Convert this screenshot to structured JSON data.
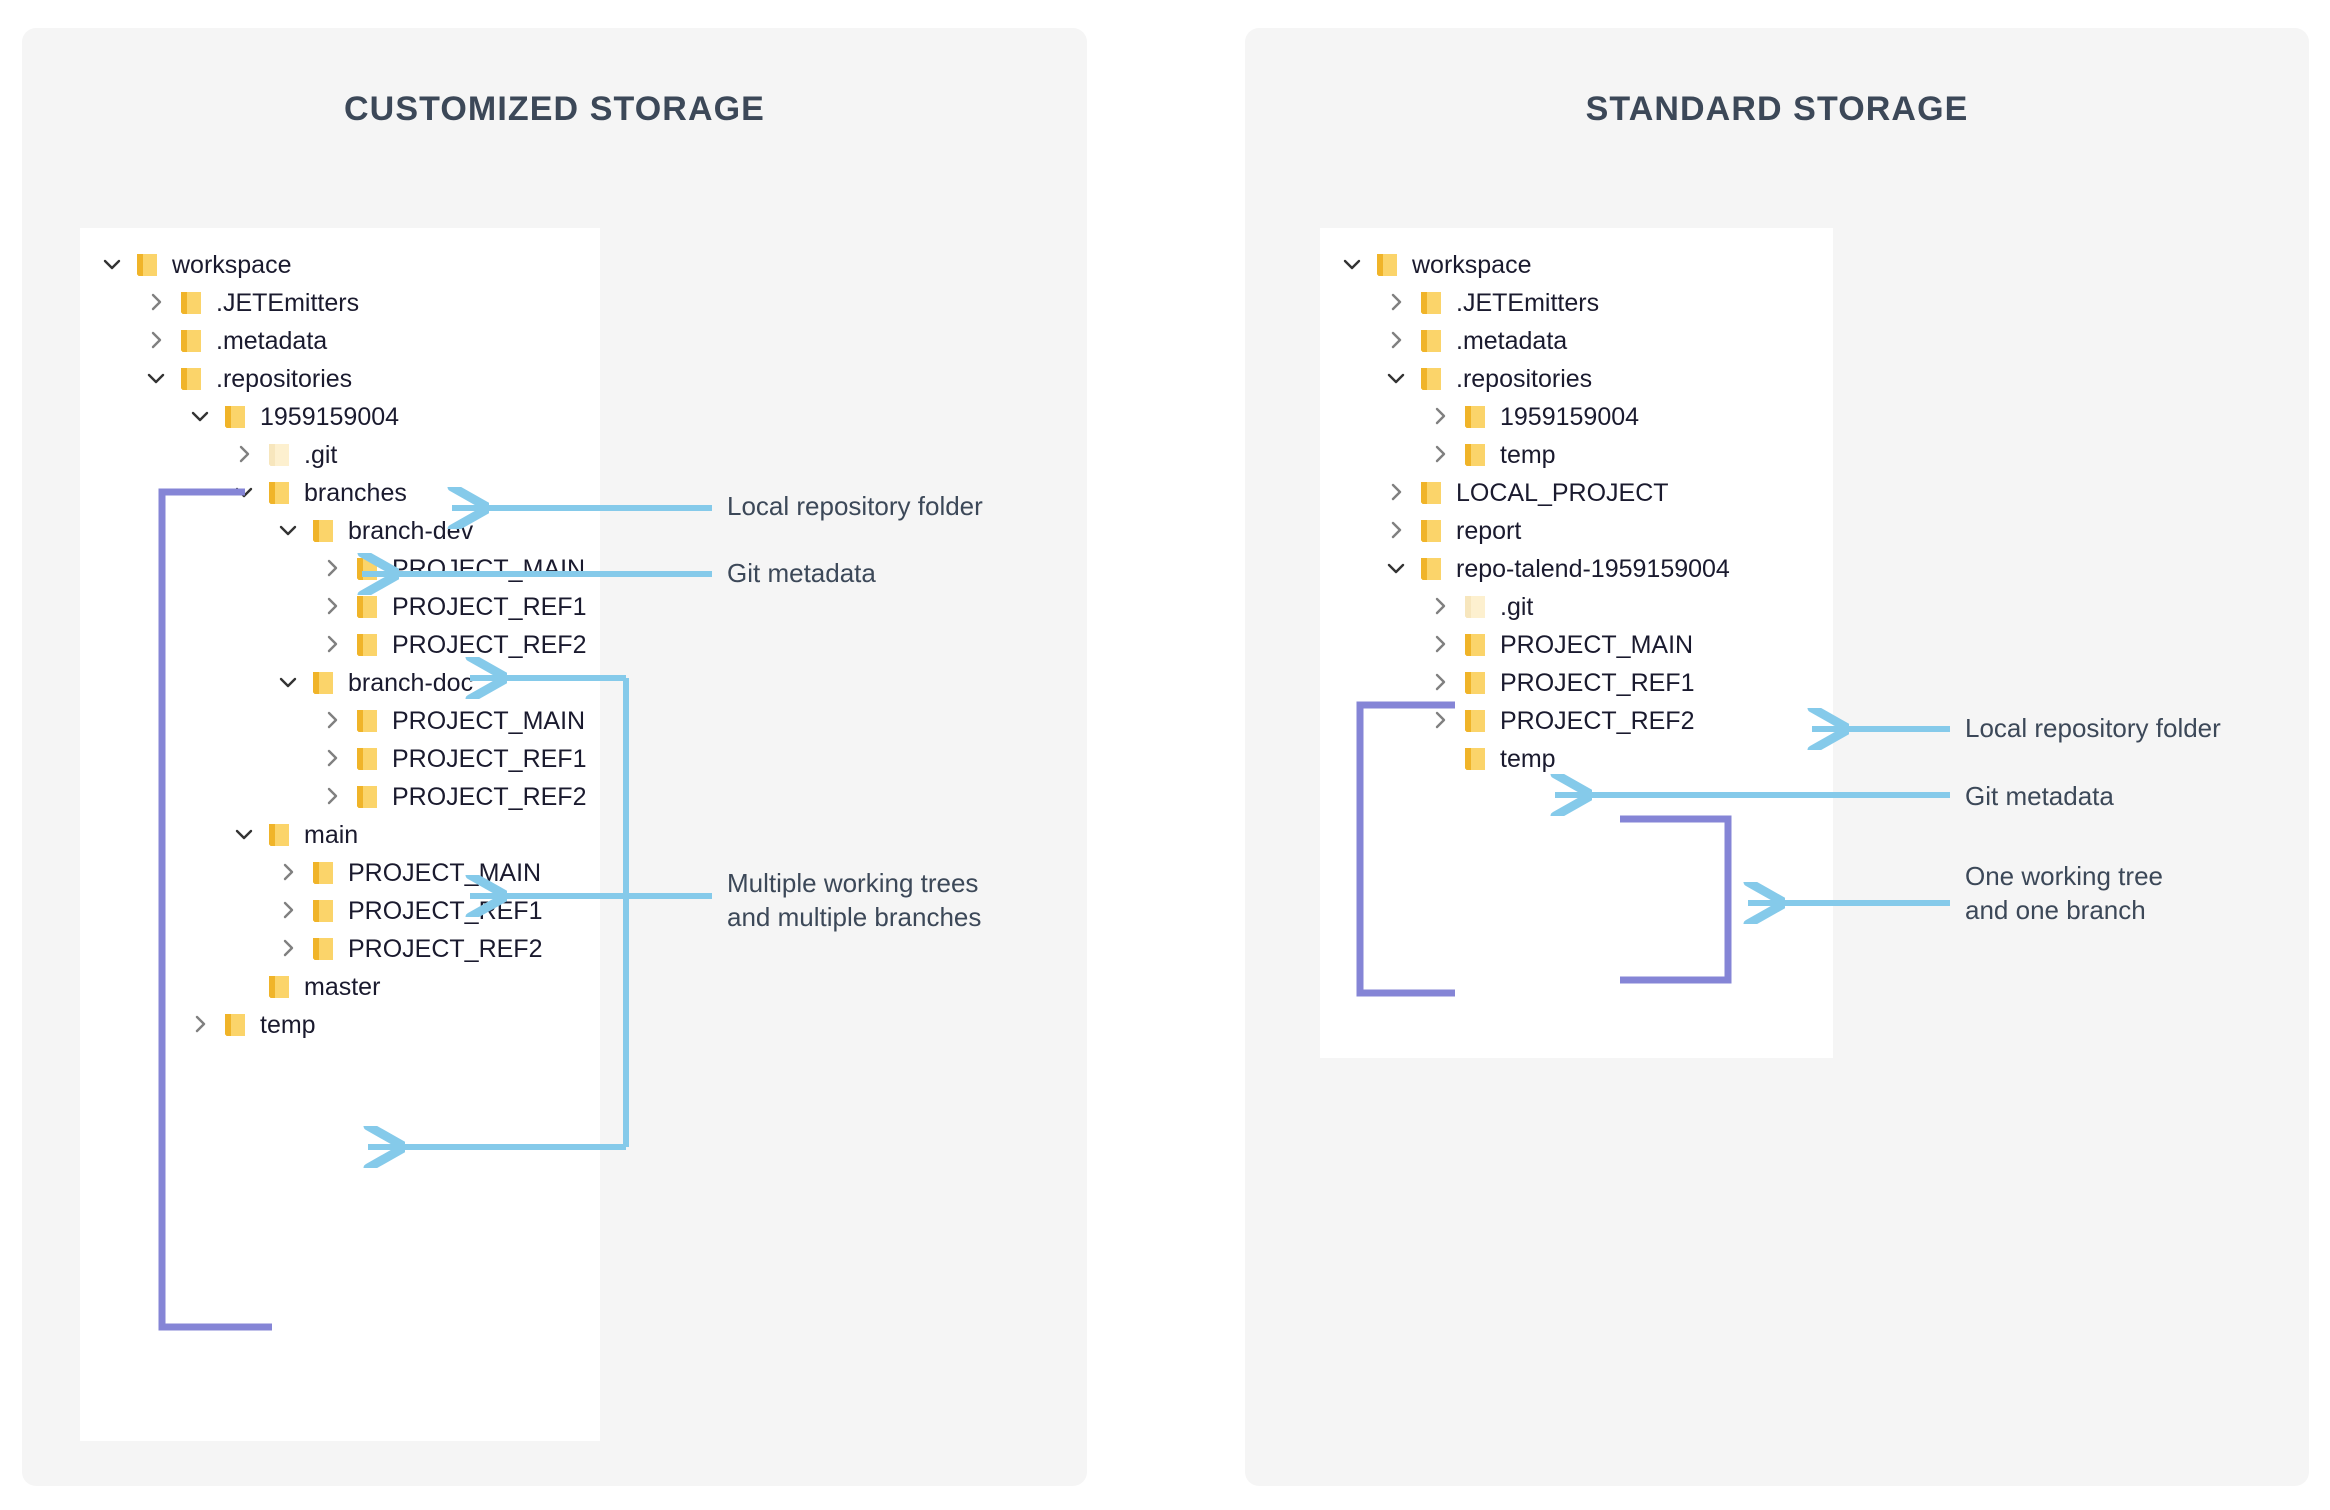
{
  "colors": {
    "page_background": "#ffffff",
    "card_background": "#f5f5f5",
    "tree_background": "#ffffff",
    "title_text": "#3c4858",
    "tree_text": "#1a1a2e",
    "folder_fill": "#fbd46a",
    "folder_fill_light": "#fdf0cf",
    "chevron": "#808080",
    "chevron_open": "#333333",
    "arrow_blue": "#85caea",
    "bracket_purple": "#8585d6",
    "annotation_text": "#3c4858"
  },
  "panels": [
    {
      "id": "customized",
      "title": "CUSTOMIZED STORAGE",
      "tree": [
        {
          "label": "workspace",
          "depth": 0,
          "state": "open",
          "folder": "normal"
        },
        {
          "label": ".JETEmitters",
          "depth": 1,
          "state": "closed",
          "folder": "normal"
        },
        {
          "label": ".metadata",
          "depth": 1,
          "state": "closed",
          "folder": "normal"
        },
        {
          "label": ".repositories",
          "depth": 1,
          "state": "open",
          "folder": "normal"
        },
        {
          "label": "1959159004",
          "depth": 2,
          "state": "open",
          "folder": "normal"
        },
        {
          "label": ".git",
          "depth": 3,
          "state": "closed",
          "folder": "light"
        },
        {
          "label": "branches",
          "depth": 3,
          "state": "open",
          "folder": "normal"
        },
        {
          "label": "branch-dev",
          "depth": 4,
          "state": "open",
          "folder": "normal"
        },
        {
          "label": "PROJECT_MAIN",
          "depth": 5,
          "state": "closed",
          "folder": "normal"
        },
        {
          "label": "PROJECT_REF1",
          "depth": 5,
          "state": "closed",
          "folder": "normal"
        },
        {
          "label": "PROJECT_REF2",
          "depth": 5,
          "state": "closed",
          "folder": "normal"
        },
        {
          "label": "branch-doc",
          "depth": 4,
          "state": "open",
          "folder": "normal"
        },
        {
          "label": "PROJECT_MAIN",
          "depth": 5,
          "state": "closed",
          "folder": "normal"
        },
        {
          "label": "PROJECT_REF1",
          "depth": 5,
          "state": "closed",
          "folder": "normal"
        },
        {
          "label": "PROJECT_REF2",
          "depth": 5,
          "state": "closed",
          "folder": "normal"
        },
        {
          "label": "main",
          "depth": 3,
          "state": "open",
          "folder": "normal"
        },
        {
          "label": "PROJECT_MAIN",
          "depth": 4,
          "state": "closed",
          "folder": "normal"
        },
        {
          "label": "PROJECT_REF1",
          "depth": 4,
          "state": "closed",
          "folder": "normal"
        },
        {
          "label": "PROJECT_REF2",
          "depth": 4,
          "state": "closed",
          "folder": "normal"
        },
        {
          "label": "master",
          "depth": 3,
          "state": "leaf",
          "folder": "normal"
        },
        {
          "label": "temp",
          "depth": 2,
          "state": "closed",
          "folder": "normal"
        }
      ],
      "annotations": [
        {
          "id": "local-repository-folder",
          "text": "Local repository folder",
          "target": "1959159004"
        },
        {
          "id": "git-metadata",
          "text": "Git metadata",
          "target": ".git"
        },
        {
          "id": "multiple-working-trees",
          "text": "Multiple working trees\nand multiple branches",
          "target": "branch-dev / branch-doc / main"
        }
      ]
    },
    {
      "id": "standard",
      "title": "STANDARD STORAGE",
      "tree": [
        {
          "label": "workspace",
          "depth": 0,
          "state": "open",
          "folder": "normal"
        },
        {
          "label": ".JETEmitters",
          "depth": 1,
          "state": "closed",
          "folder": "normal"
        },
        {
          "label": ".metadata",
          "depth": 1,
          "state": "closed",
          "folder": "normal"
        },
        {
          "label": ".repositories",
          "depth": 1,
          "state": "open",
          "folder": "normal"
        },
        {
          "label": "1959159004",
          "depth": 2,
          "state": "closed",
          "folder": "normal"
        },
        {
          "label": "temp",
          "depth": 2,
          "state": "closed",
          "folder": "normal"
        },
        {
          "label": "LOCAL_PROJECT",
          "depth": 1,
          "state": "closed",
          "folder": "normal"
        },
        {
          "label": "report",
          "depth": 1,
          "state": "closed",
          "folder": "normal"
        },
        {
          "label": "repo-talend-1959159004",
          "depth": 1,
          "state": "open",
          "folder": "normal"
        },
        {
          "label": ".git",
          "depth": 2,
          "state": "closed",
          "folder": "light"
        },
        {
          "label": "PROJECT_MAIN",
          "depth": 2,
          "state": "closed",
          "folder": "normal"
        },
        {
          "label": "PROJECT_REF1",
          "depth": 2,
          "state": "closed",
          "folder": "normal"
        },
        {
          "label": "PROJECT_REF2",
          "depth": 2,
          "state": "closed",
          "folder": "normal"
        },
        {
          "label": "temp",
          "depth": 2,
          "state": "leaf",
          "folder": "normal"
        }
      ],
      "annotations": [
        {
          "id": "local-repository-folder",
          "text": "Local repository folder",
          "target": "repo-talend-1959159004"
        },
        {
          "id": "git-metadata",
          "text": "Git metadata",
          "target": ".git"
        },
        {
          "id": "one-working-tree",
          "text": "One working tree\nand one branch",
          "target": "PROJECT_REF1"
        }
      ]
    }
  ]
}
